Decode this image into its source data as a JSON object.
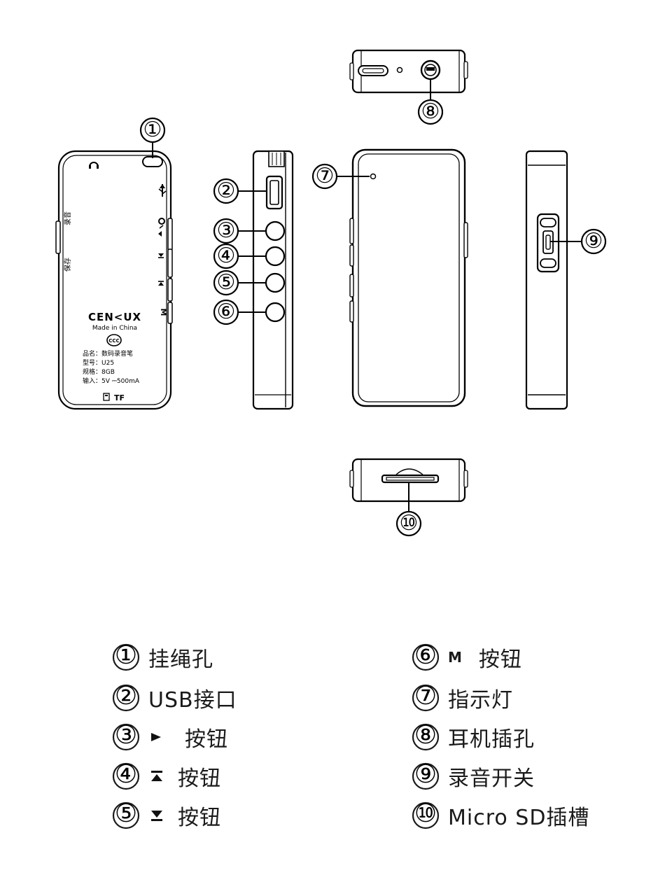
{
  "device": {
    "headphone_icon": "headphone-icon",
    "usb_icon": "usb-icon",
    "side_label_record": "录音",
    "side_label_save": "保存",
    "button_play_icon": "play-pause-icon",
    "button_prev_icon": "prev-track-icon",
    "button_next_icon": "next-track-icon",
    "button_m_label": "M",
    "brand": "CEN<UX",
    "made_in": "Made in China",
    "cert_mark": "CCC",
    "spec_lines": [
      "品名：数码录音笔",
      "型号：U25",
      "规格：8GB",
      "输入：5V ⎓500mA"
    ],
    "tf_icon": "sd-card-icon",
    "tf_label": "TF"
  },
  "callouts": [
    "①",
    "②",
    "③",
    "④",
    "⑤",
    "⑥",
    "⑦",
    "⑧",
    "⑨",
    "⑩"
  ],
  "legend": [
    {
      "num": "①",
      "icon": "",
      "text": "挂绳孔"
    },
    {
      "num": "②",
      "icon": "",
      "text": "USB接口"
    },
    {
      "num": "③",
      "icon": "play-icon",
      "text": "按钮"
    },
    {
      "num": "④",
      "icon": "up-icon",
      "text": "按钮"
    },
    {
      "num": "⑤",
      "icon": "down-icon",
      "text": "按钮"
    },
    {
      "num": "⑥",
      "icon": "m-label",
      "m_label": "M",
      "text": "按钮"
    },
    {
      "num": "⑦",
      "icon": "",
      "text": "指示灯"
    },
    {
      "num": "⑧",
      "icon": "",
      "text": "耳机插孔"
    },
    {
      "num": "⑨",
      "icon": "",
      "text": "录音开关"
    },
    {
      "num": "⑩",
      "icon": "",
      "text": "Micro SD插槽"
    }
  ]
}
